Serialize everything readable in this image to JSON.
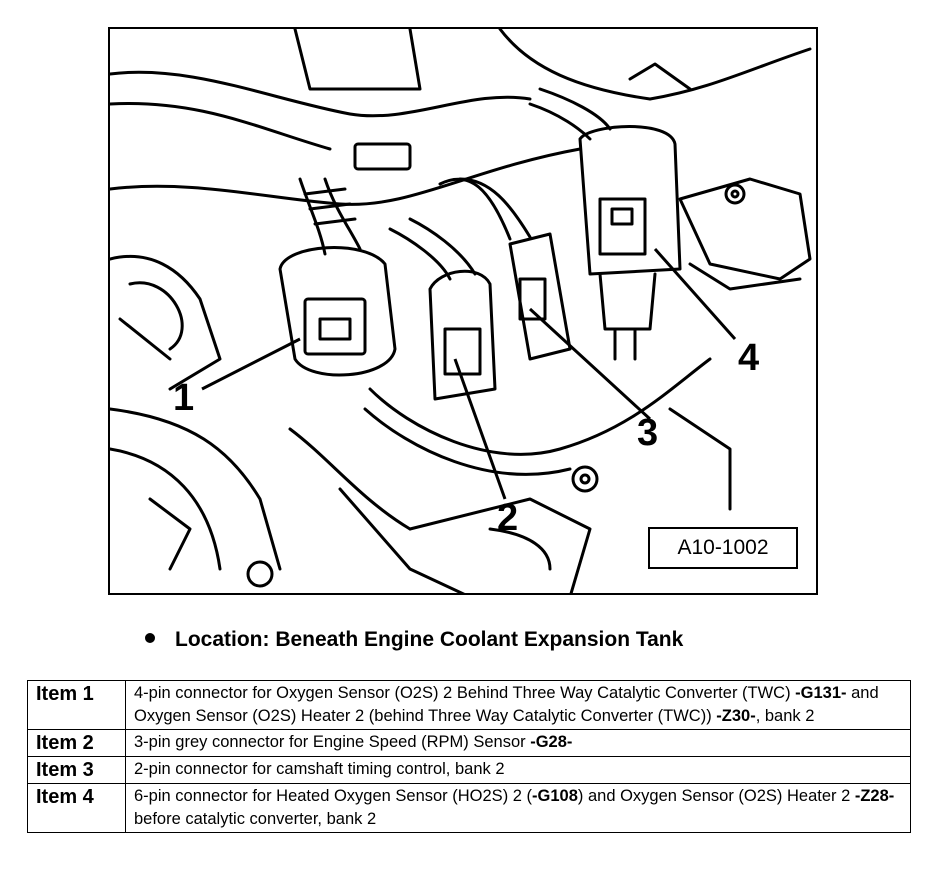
{
  "figure": {
    "reference": "A10-1002",
    "callouts": [
      "1",
      "2",
      "3",
      "4"
    ]
  },
  "location": "Location: Beneath Engine Coolant Expansion Tank",
  "items": [
    {
      "label": "Item 1",
      "desc_parts": [
        {
          "t": "4-pin connector for Oxygen Sensor (O2S) 2 Behind Three Way Catalytic Converter (TWC) ",
          "b": false
        },
        {
          "t": "-G131-",
          "b": true
        },
        {
          "t": " and Oxygen Sensor (O2S) Heater 2 (behind Three Way Catalytic Converter (TWC)) ",
          "b": false
        },
        {
          "t": "-Z30-",
          "b": true
        },
        {
          "t": ", bank 2",
          "b": false
        }
      ]
    },
    {
      "label": "Item 2",
      "desc_parts": [
        {
          "t": "3-pin grey connector for Engine Speed (RPM) Sensor ",
          "b": false
        },
        {
          "t": "-G28-",
          "b": true
        }
      ]
    },
    {
      "label": "Item 3",
      "desc_parts": [
        {
          "t": "2-pin connector for camshaft timing control, bank 2",
          "b": false
        }
      ]
    },
    {
      "label": "Item 4",
      "desc_parts": [
        {
          "t": "6-pin connector for Heated Oxygen Sensor (HO2S) 2 (",
          "b": false
        },
        {
          "t": "-G108",
          "b": true
        },
        {
          "t": ") and Oxygen Sensor (O2S) Heater 2 ",
          "b": false
        },
        {
          "t": "-Z28-",
          "b": true
        },
        {
          "t": " before catalytic converter, bank 2",
          "b": false
        }
      ]
    }
  ]
}
